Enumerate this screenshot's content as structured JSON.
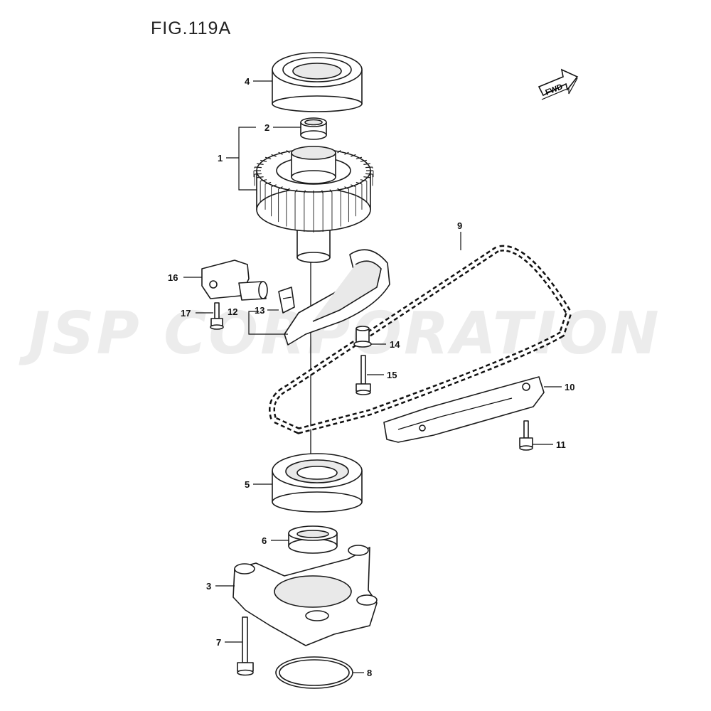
{
  "figure": {
    "title": "FIG.119A"
  },
  "direction_badge": {
    "label": "FWD",
    "icon": "fwd-arrow-icon"
  },
  "watermark": {
    "text": "JSP CORPORATION"
  },
  "callouts": [
    {
      "id": "1",
      "label": "1"
    },
    {
      "id": "2",
      "label": "2"
    },
    {
      "id": "3",
      "label": "3"
    },
    {
      "id": "4",
      "label": "4"
    },
    {
      "id": "5",
      "label": "5"
    },
    {
      "id": "6",
      "label": "6"
    },
    {
      "id": "7",
      "label": "7"
    },
    {
      "id": "8",
      "label": "8"
    },
    {
      "id": "9",
      "label": "9"
    },
    {
      "id": "10",
      "label": "10"
    },
    {
      "id": "11",
      "label": "11"
    },
    {
      "id": "12",
      "label": "12"
    },
    {
      "id": "13",
      "label": "13"
    },
    {
      "id": "14",
      "label": "14"
    },
    {
      "id": "15",
      "label": "15"
    },
    {
      "id": "16",
      "label": "16"
    },
    {
      "id": "17",
      "label": "17"
    }
  ]
}
